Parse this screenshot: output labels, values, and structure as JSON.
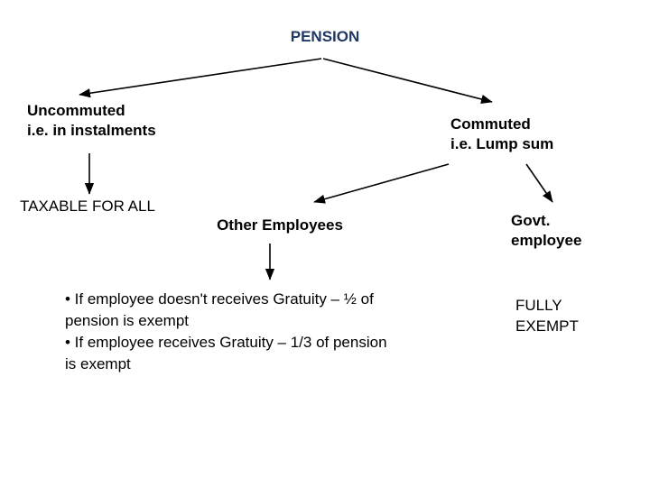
{
  "diagram": {
    "title": "PENSION",
    "nodes": {
      "uncommuted": "Uncommuted\ni.e. in instalments",
      "commuted": "Commuted\ni.e. Lump sum",
      "taxable_for_all": "TAXABLE FOR ALL",
      "other_employees": "Other Employees",
      "govt_employee": "Govt.\nemployee",
      "other_employees_rule": " • If employee doesn't receives Gratuity – ½ of\n    pension is exempt\n  • If employee receives Gratuity – 1/3 of pension\n    is exempt",
      "govt_employee_rule": "FULLY\nEXEMPT"
    },
    "colors": {
      "title": "#1F3864",
      "text": "#000000",
      "arrow": "#000000",
      "background": "#FFFFFF"
    }
  }
}
